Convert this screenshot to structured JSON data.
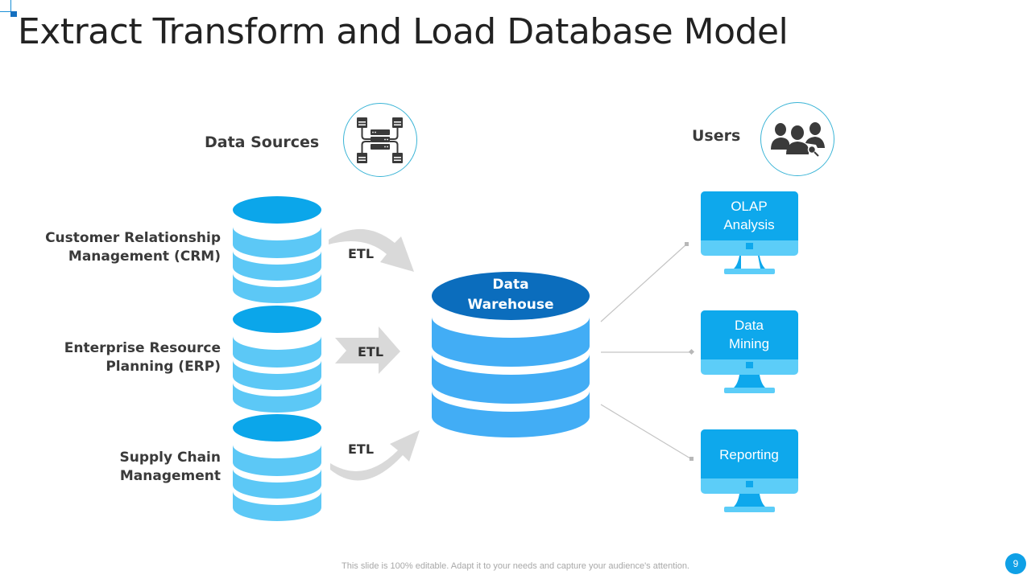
{
  "slide": {
    "title": "Extract Transform and Load Database Model",
    "page_number": "9",
    "footer_note": "This slide is 100% editable. Adapt it to your needs and capture your audience's attention."
  },
  "sections": {
    "sources_heading": "Data Sources",
    "sources_icon": "server-network-icon",
    "users_heading": "Users",
    "users_icon": "users-group-icon"
  },
  "sources": [
    {
      "label_line1": "Customer Relationship",
      "label_line2": "Management (CRM)",
      "connector": "curved-down-arrow",
      "connector_label": "ETL"
    },
    {
      "label_line1": "Enterprise Resource",
      "label_line2": "Planning (ERP)",
      "connector": "straight-arrow",
      "connector_label": "ETL"
    },
    {
      "label_line1": "Supply Chain",
      "label_line2": "Management",
      "connector": "curved-up-arrow",
      "connector_label": "ETL"
    }
  ],
  "warehouse": {
    "label_line1": "Data",
    "label_line2": "Warehouse"
  },
  "outputs": [
    {
      "label_line1": "OLAP",
      "label_line2": "Analysis"
    },
    {
      "label_line1": "Data",
      "label_line2": "Mining"
    },
    {
      "label_line1": "Reporting",
      "label_line2": ""
    }
  ],
  "colors": {
    "cylinder_top": "#0ba6ea",
    "cylinder_band": "#5cc8f6",
    "warehouse_top": "#0b6dbd",
    "warehouse_band": "#42adf5",
    "monitor_screen": "#0ea8ec",
    "monitor_bezel": "#5ccdf8",
    "arrow_gray": "#d6d6d6",
    "text_dark": "#3a3a3a",
    "accent_circle": "#3ab4d6"
  }
}
